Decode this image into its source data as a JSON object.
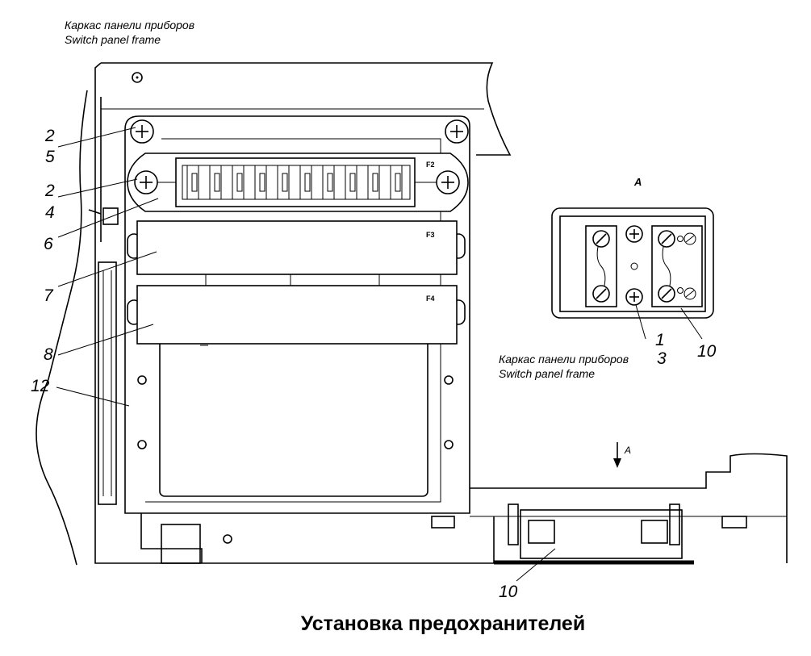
{
  "annotations": {
    "frame_top_ru": "Каркас панели приборов",
    "frame_top_en": "Switch panel frame",
    "frame_side_ru": "Каркас панели приборов",
    "frame_side_en": "Switch panel frame"
  },
  "callouts": {
    "c2a": "2",
    "c5": "5",
    "c2b": "2",
    "c4": "4",
    "c6": "6",
    "c7": "7",
    "c8": "8",
    "c12": "12",
    "c1": "1",
    "c3": "3",
    "c10a": "10",
    "c10b": "10"
  },
  "fuse_labels": {
    "f2": "F2",
    "f3": "F3",
    "f4": "F4"
  },
  "view": {
    "label": "A",
    "arrow_label": "A"
  },
  "title": "Установка предохранителей"
}
